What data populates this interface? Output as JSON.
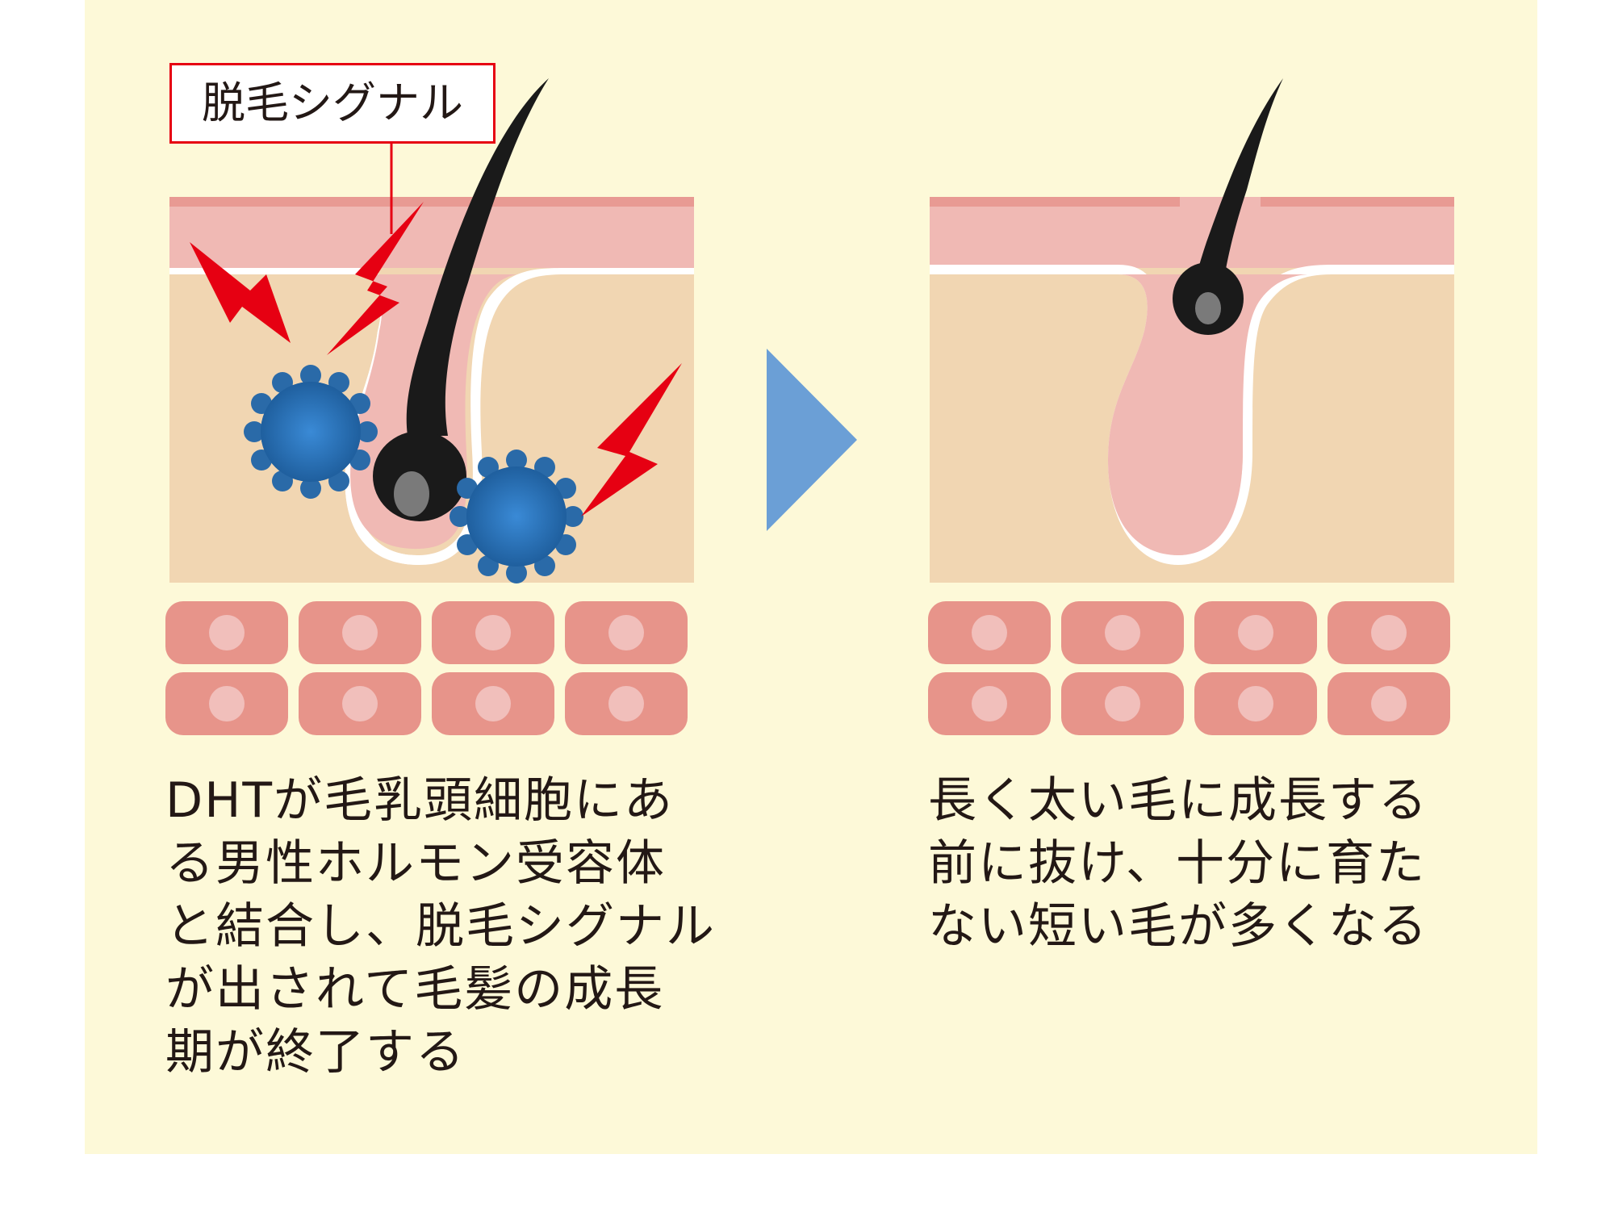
{
  "colors": {
    "background": "#fdf9d8",
    "epidermis": "#f0b9b4",
    "epidermis_top": "#e89a93",
    "dermis": "#f1d6b2",
    "cell": "#e7948a",
    "cell_nucleus": "#f1bfbb",
    "hair": "#1a1a1a",
    "papilla": "#7a7a7a",
    "dht_molecule": "#2f74b5",
    "lightning": "#e60012",
    "arrow": "#6b9fd6"
  },
  "icons": [
    "hair-follicle-icon",
    "dht-molecule-icon",
    "lightning-bolt-icon",
    "right-arrow-icon"
  ],
  "left": {
    "signal_label": "脱毛シグナル",
    "caption_lines": [
      "DHTが毛乳頭細胞にあ",
      "る男性ホルモン受容体",
      "と結合し、脱毛シグナル",
      "が出されて毛髪の成長",
      "期が終了する"
    ]
  },
  "right": {
    "caption_lines": [
      "長く太い毛に成長する",
      "前に抜け、十分に育た",
      "ない短い毛が多くなる"
    ]
  }
}
